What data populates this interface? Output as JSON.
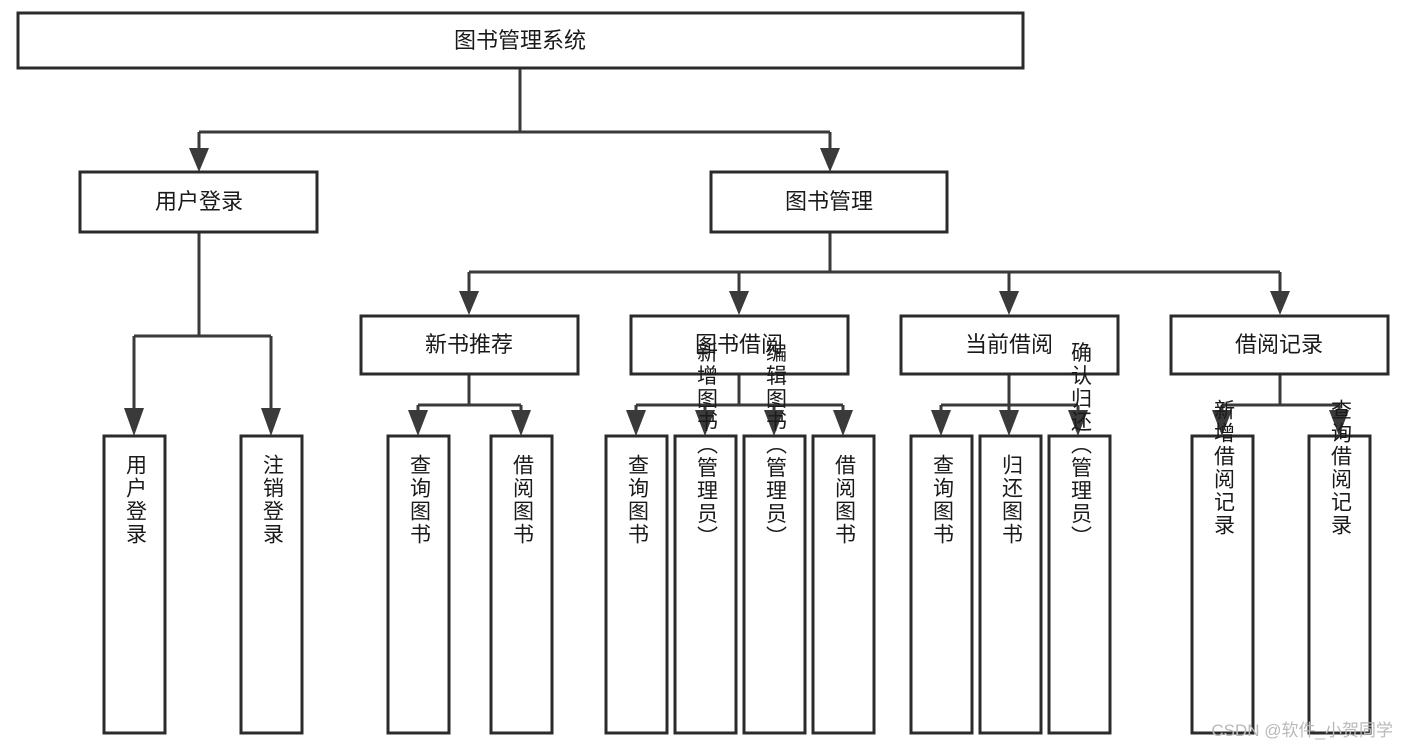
{
  "diagram": {
    "type": "tree-hierarchy",
    "title": "图书管理系统",
    "watermark": "CSDN @软件_小贺同学",
    "colors": {
      "box_fill": "#ffffff",
      "box_stroke": "#2b2b2b",
      "connector": "#3a3a3a",
      "text": "#1a1a1a",
      "watermark": "#b9b9b9",
      "background": "#ffffff"
    },
    "levels": {
      "root": {
        "label": "图书管理系统"
      },
      "level2": [
        {
          "label": "用户登录"
        },
        {
          "label": "图书管理"
        }
      ],
      "level3": [
        {
          "label": "新书推荐"
        },
        {
          "label": "图书借阅"
        },
        {
          "label": "当前借阅"
        },
        {
          "label": "借阅记录"
        }
      ],
      "leaves": [
        {
          "label": "用户登录",
          "parent": "用户登录"
        },
        {
          "label": "注销登录",
          "parent": "用户登录"
        },
        {
          "label": "查询图书",
          "parent": "新书推荐"
        },
        {
          "label": "借阅图书",
          "parent": "新书推荐"
        },
        {
          "label": "查询图书",
          "parent": "图书借阅"
        },
        {
          "label": "新增图书（管理员）",
          "parent": "图书借阅"
        },
        {
          "label": "编辑图书（管理员）",
          "parent": "图书借阅"
        },
        {
          "label": "借阅图书",
          "parent": "图书借阅"
        },
        {
          "label": "查询图书",
          "parent": "当前借阅"
        },
        {
          "label": "归还图书",
          "parent": "当前借阅"
        },
        {
          "label": "确认归还（管理员）",
          "parent": "当前借阅"
        },
        {
          "label": "新增借阅记录",
          "parent": "借阅记录"
        },
        {
          "label": "查询借阅记录",
          "parent": "借阅记录"
        }
      ]
    }
  }
}
